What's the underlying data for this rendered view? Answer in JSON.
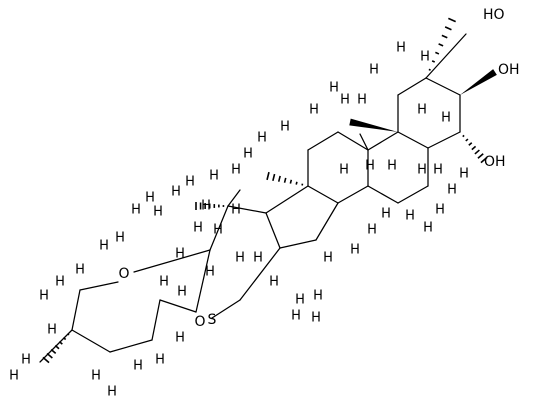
{
  "molecule": {
    "atoms": {
      "ho1": "HO",
      "oh2": "OH",
      "oh3": "OH",
      "o_ring": "O",
      "o_furan": "O",
      "s_label": "S"
    },
    "h_glyph": "H"
  }
}
